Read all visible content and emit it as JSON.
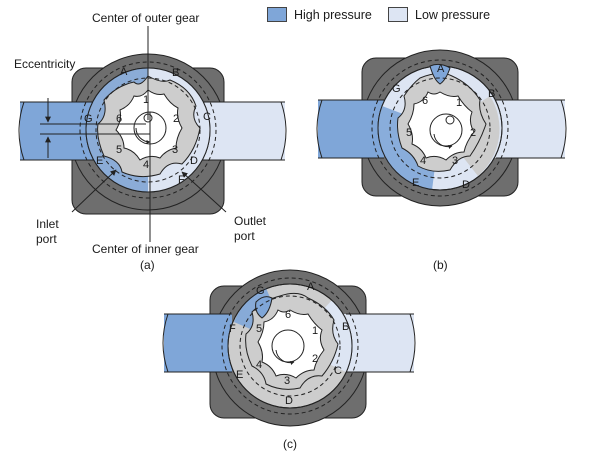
{
  "legend": {
    "high_label": "High pressure",
    "low_label": "Low pressure",
    "high_color": "#7fa6d8",
    "low_color": "#dde5f3"
  },
  "colors": {
    "housing": "#6e6e6e",
    "cavity": "#cdcdcd",
    "gear": "#ffffff",
    "outline": "#222222"
  },
  "labels": {
    "center_outer": "Center of outer gear",
    "eccentricity": "Eccentricity",
    "inlet": [
      "Inlet",
      "port"
    ],
    "outlet": [
      "Outlet",
      "port"
    ],
    "center_inner": "Center of inner gear"
  },
  "panels": [
    {
      "caption": "(a)",
      "letters": [
        "A",
        "B",
        "C",
        "D",
        "E",
        "F",
        "G"
      ],
      "numbers": [
        "1",
        "2",
        "3",
        "4",
        "5",
        "6"
      ]
    },
    {
      "caption": "(b)",
      "letters": [
        "A",
        "B",
        "D",
        "E",
        "G"
      ],
      "numbers": [
        "1",
        "2",
        "3",
        "4",
        "5",
        "6"
      ]
    },
    {
      "caption": "(c)",
      "letters": [
        "A",
        "B",
        "C",
        "D",
        "E",
        "F",
        "G"
      ],
      "numbers": [
        "1",
        "2",
        "3",
        "4",
        "5",
        "6"
      ]
    }
  ]
}
